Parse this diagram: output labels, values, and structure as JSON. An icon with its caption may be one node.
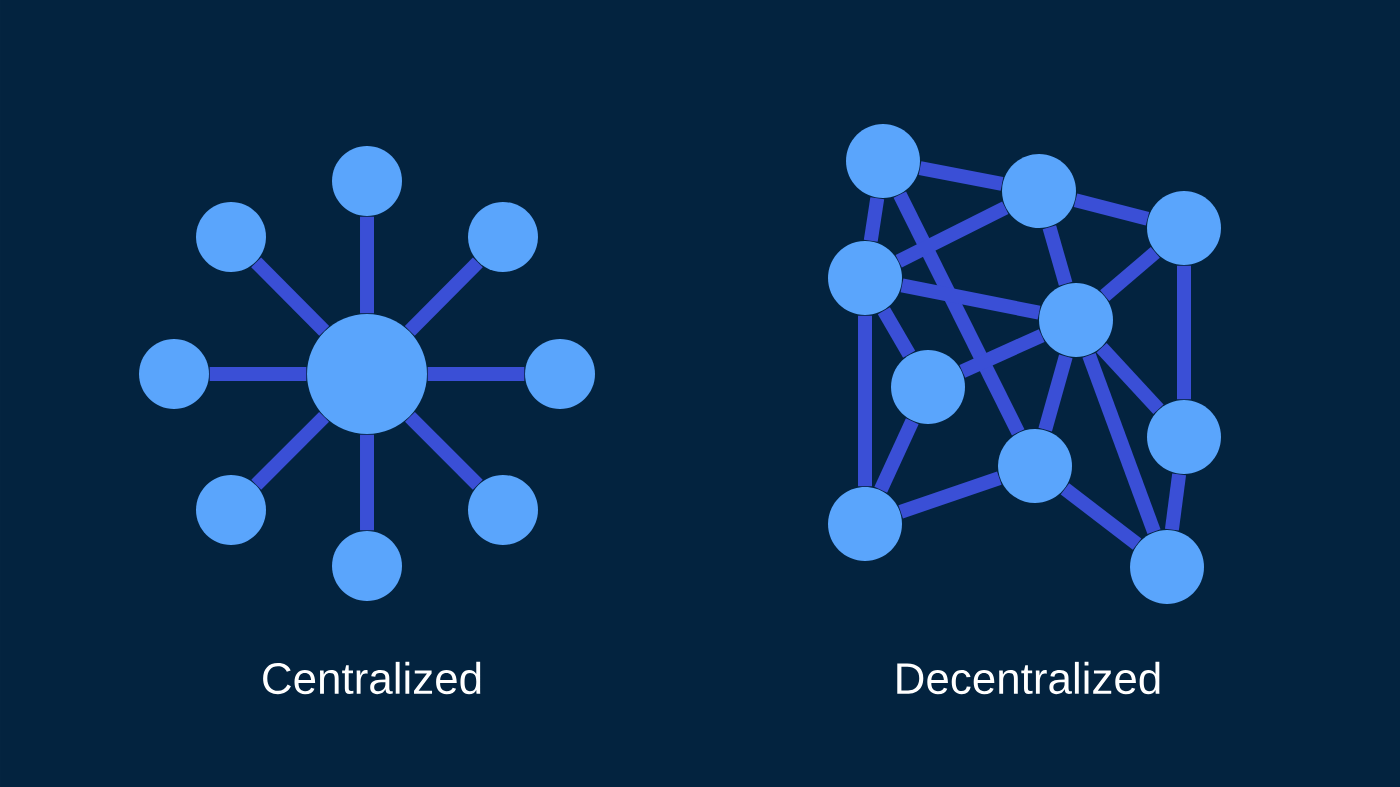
{
  "diagram": {
    "nodes": [
      {
        "text": [],
        "shape": "circle"
      },
      {
        "text": [],
        "shape": "circle"
      },
      {
        "text": [],
        "shape": "circle"
      },
      {
        "text": [],
        "shape": "circle"
      },
      {
        "text": [],
        "shape": "circle"
      },
      {
        "text": [],
        "shape": "circle"
      },
      {
        "text": [],
        "shape": "circle"
      },
      {
        "text": [],
        "shape": "circle"
      },
      {
        "text": [],
        "shape": "circle"
      },
      {
        "text": [],
        "shape": "circle"
      },
      {
        "text": [],
        "shape": "circle"
      },
      {
        "text": [],
        "shape": "circle"
      },
      {
        "text": [],
        "shape": "circle"
      },
      {
        "text": [],
        "shape": "circle"
      },
      {
        "text": [],
        "shape": "circle"
      },
      {
        "text": [],
        "shape": "circle"
      },
      {
        "text": [],
        "shape": "circle"
      },
      {
        "text": [],
        "shape": "circle"
      },
      {
        "text": [],
        "shape": "circle"
      }
    ],
    "edges": [
      {
        "from": 9,
        "to": 1,
        "arrow": "none"
      },
      {
        "from": 9,
        "to": 5,
        "arrow": "none"
      },
      {
        "from": 9,
        "to": 10,
        "arrow": "none"
      },
      {
        "from": 9,
        "to": 15,
        "arrow": "none"
      },
      {
        "from": 9,
        "to": 17,
        "arrow": "none"
      },
      {
        "from": 9,
        "to": 14,
        "arrow": "none"
      },
      {
        "from": 9,
        "to": 8,
        "arrow": "none"
      },
      {
        "from": 9,
        "to": 4,
        "arrow": "none"
      },
      {
        "from": 0,
        "to": 2,
        "arrow": "none"
      },
      {
        "from": 2,
        "to": 3,
        "arrow": "none"
      },
      {
        "from": 0,
        "to": 6,
        "arrow": "none"
      },
      {
        "from": 0,
        "to": 13,
        "arrow": "none"
      },
      {
        "from": 6,
        "to": 2,
        "arrow": "none"
      },
      {
        "from": 6,
        "to": 7,
        "arrow": "none"
      },
      {
        "from": 6,
        "to": 11,
        "arrow": "none"
      },
      {
        "from": 6,
        "to": 16,
        "arrow": "none"
      },
      {
        "from": 2,
        "to": 7,
        "arrow": "none"
      },
      {
        "from": 3,
        "to": 7,
        "arrow": "none"
      },
      {
        "from": 3,
        "to": 12,
        "arrow": "none"
      },
      {
        "from": 7,
        "to": 11,
        "arrow": "none"
      },
      {
        "from": 7,
        "to": 13,
        "arrow": "none"
      },
      {
        "from": 7,
        "to": 12,
        "arrow": "none"
      },
      {
        "from": 7,
        "to": 18,
        "arrow": "none"
      },
      {
        "from": 11,
        "to": 16,
        "arrow": "none"
      },
      {
        "from": 16,
        "to": 13,
        "arrow": "none"
      },
      {
        "from": 13,
        "to": 18,
        "arrow": "none"
      },
      {
        "from": 12,
        "to": 18,
        "arrow": "none"
      }
    ],
    "labels": [
      "Centralized",
      "Decentralized"
    ]
  }
}
